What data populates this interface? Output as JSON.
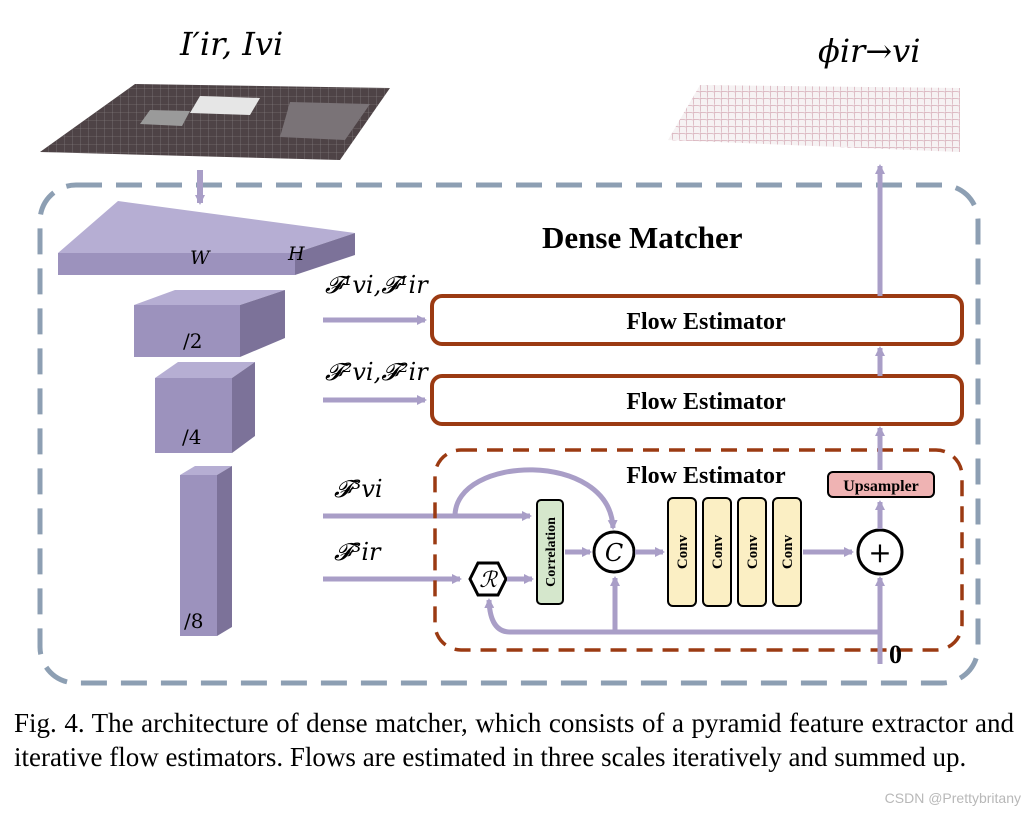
{
  "labels": {
    "input_images": "I′ir, Ivi",
    "output_flow": "ϕir→vi",
    "dense_matcher": "Dense Matcher",
    "pyramid_W": "W",
    "pyramid_H": "H",
    "pyramid_div2": "/2",
    "pyramid_div4": "/4",
    "pyramid_div8": "/8",
    "feat_level1": "𝓕¹vi,𝓕¹ir",
    "feat_level2": "𝓕²vi,𝓕²ir",
    "feat_vi3": "𝓕³vi",
    "feat_ir3": "𝓕³ir",
    "flow_estimator_1": "Flow Estimator",
    "flow_estimator_2": "Flow Estimator",
    "flow_estimator_3": "Flow Estimator",
    "upsampler": "Upsampler",
    "correlation": "Correlation",
    "concat": "C",
    "resample": "ℛ",
    "sum": "+",
    "conv_1": "Conv",
    "conv_2": "Conv",
    "conv_3": "Conv",
    "conv_4": "Conv",
    "zero_init": "0"
  },
  "caption": "Fig. 4.  The architecture of dense matcher, which consists of a pyramid feature extractor and iterative flow estimators. Flows are estimated in three scales iteratively and summed up.",
  "watermark": "CSDN @Prettybritany",
  "colors": {
    "dashed_frame": "#8d9fb3",
    "flow_estimator_border": "#9b3a12",
    "arrow": "#a99ec7",
    "pyramid_front": "#9c92bd",
    "pyramid_top": "#b6aed3",
    "pyramid_side": "#7c7299",
    "conv_fill": "#fbefc4",
    "correlation_fill": "#d5e7cc",
    "upsampler_fill": "#efb3b3"
  }
}
